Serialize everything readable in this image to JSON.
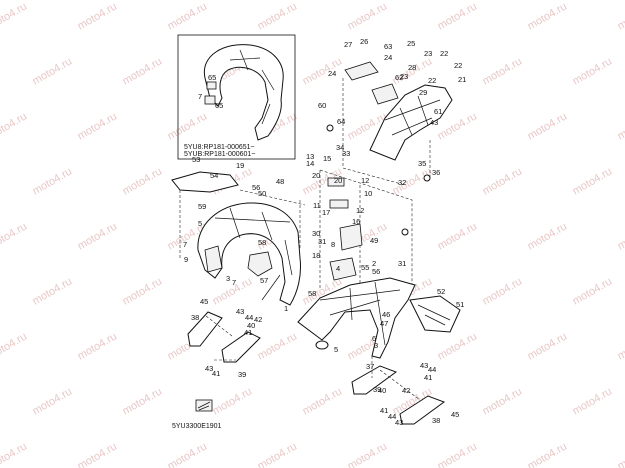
{
  "watermark": "moto4.ru",
  "inset_notes": [
    "5YU8:RP181-000651~",
    "5YUB:RP181-000601~"
  ],
  "diagram_code": "5YU3300E1901",
  "labels": {
    "inset": [
      "65",
      "7",
      "65"
    ],
    "top_right": [
      "27",
      "26",
      "63",
      "25",
      "24",
      "23",
      "22",
      "28",
      "24",
      "22",
      "23",
      "21",
      "62",
      "22",
      "29",
      "60",
      "43",
      "61",
      "64",
      "33",
      "34",
      "35",
      "32",
      "36"
    ],
    "left_mid": [
      "53",
      "54",
      "19",
      "56",
      "50",
      "48",
      "59",
      "5",
      "7",
      "9",
      "58",
      "57",
      "3",
      "7"
    ],
    "center": [
      "13",
      "14",
      "15",
      "20",
      "10",
      "12",
      "20",
      "17",
      "11",
      "16",
      "12",
      "30",
      "8",
      "31",
      "49",
      "4",
      "2",
      "31",
      "18"
    ],
    "center_lower": [
      "1",
      "58",
      "5",
      "55",
      "56",
      "46",
      "47",
      "6",
      "3",
      "52",
      "51"
    ],
    "lower_left": [
      "45",
      "38",
      "43",
      "44",
      "42",
      "40",
      "41",
      "39",
      "43",
      "41"
    ],
    "lower_right": [
      "37",
      "43",
      "44",
      "41",
      "39",
      "40",
      "42",
      "41",
      "44",
      "43",
      "45",
      "38"
    ]
  }
}
